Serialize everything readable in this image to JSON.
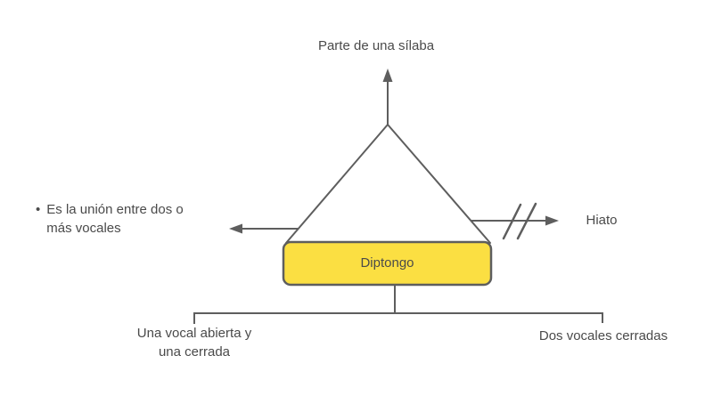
{
  "diagram": {
    "center_label": "Diptongo",
    "top_label": "Parte de una sílaba",
    "left_label": {
      "bullet": "•",
      "line1": "Es la unión entre dos o",
      "line2": "más vocales"
    },
    "right_label": "Hiato",
    "bottom_left_label": {
      "line1": "Una vocal abierta y",
      "line2": "una cerrada"
    },
    "bottom_right_label": "Dos vocales cerradas",
    "colors": {
      "box_fill": "#FBDF42",
      "line": "#5e5e5e",
      "text": "#4a4a4a",
      "background": "#ffffff"
    }
  }
}
